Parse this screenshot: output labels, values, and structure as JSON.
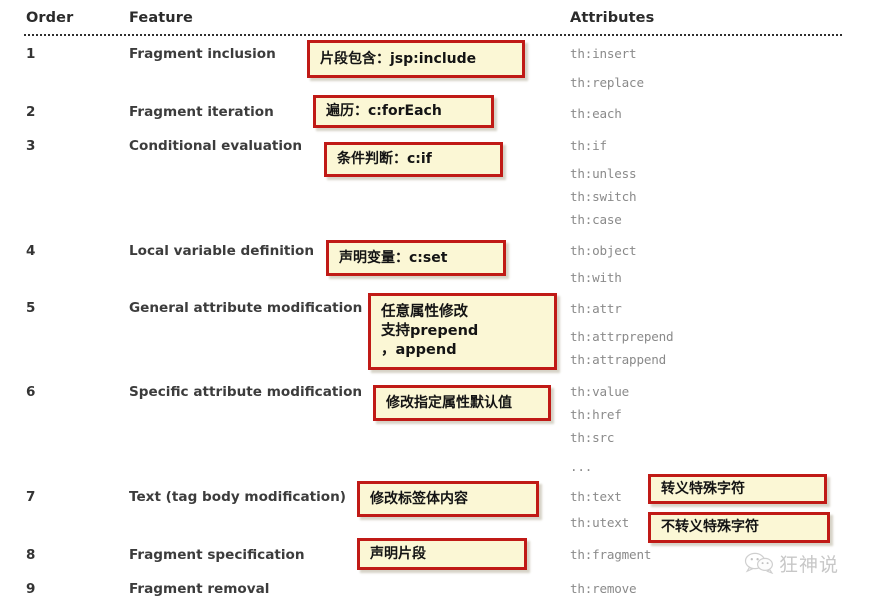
{
  "table": {
    "headers": {
      "order": "Order",
      "feature": "Feature",
      "attributes": "Attributes"
    },
    "rows": [
      {
        "order": "1",
        "feature": "Fragment inclusion",
        "attributes": [
          "th:insert",
          "th:replace"
        ]
      },
      {
        "order": "2",
        "feature": "Fragment iteration",
        "attributes": [
          "th:each"
        ]
      },
      {
        "order": "3",
        "feature": "Conditional evaluation",
        "attributes": [
          "th:if",
          "th:unless",
          "th:switch",
          "th:case"
        ]
      },
      {
        "order": "4",
        "feature": "Local variable definition",
        "attributes": [
          "th:object",
          "th:with"
        ]
      },
      {
        "order": "5",
        "feature": "General attribute modification",
        "attributes": [
          "th:attr",
          "th:attrprepend",
          "th:attrappend"
        ]
      },
      {
        "order": "6",
        "feature": "Specific attribute modification",
        "attributes": [
          "th:value",
          "th:href",
          "th:src",
          "..."
        ]
      },
      {
        "order": "7",
        "feature": "Text (tag body modification)",
        "attributes": [
          "th:text",
          "th:utext"
        ]
      },
      {
        "order": "8",
        "feature": "Fragment specification",
        "attributes": [
          "th:fragment"
        ]
      },
      {
        "order": "9",
        "feature": "Fragment removal",
        "attributes": [
          "th:remove"
        ]
      }
    ]
  },
  "annotations": [
    {
      "id": "a1",
      "text": "片段包含：jsp:include"
    },
    {
      "id": "a2",
      "text": "遍历：c:forEach"
    },
    {
      "id": "a3",
      "text": "条件判断：c:if"
    },
    {
      "id": "a4",
      "text": "声明变量：c:set"
    },
    {
      "id": "a5",
      "text": "任意属性修改\n支持prepend\n，append"
    },
    {
      "id": "a6",
      "text": "修改指定属性默认值"
    },
    {
      "id": "a7",
      "text": "修改标签体内容"
    },
    {
      "id": "a8",
      "text": "转义特殊字符"
    },
    {
      "id": "a9",
      "text": "不转义特殊字符"
    },
    {
      "id": "a10",
      "text": "声明片段"
    }
  ],
  "watermark": {
    "text": "狂神说",
    "icon": "wechat-icon"
  },
  "colors": {
    "callout_border": "#c01a16",
    "callout_fill": "#fbf7d5",
    "attribute_text": "#8a8a8a",
    "feature_text": "#3c3c3c",
    "rule": "#2e2e2e"
  }
}
